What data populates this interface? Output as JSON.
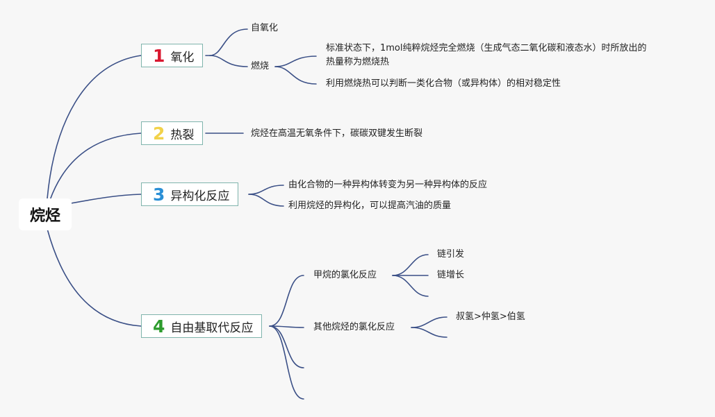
{
  "root": {
    "label": "烷烃"
  },
  "colors": {
    "line": "#3a4f86",
    "box_border": "#7fb4ac",
    "num_1": "#d9172f",
    "num_2": "#f2d24a",
    "num_3": "#2a8fd6",
    "num_4": "#2e9c2e"
  },
  "branches": [
    {
      "num": "1",
      "label": "氧化",
      "children": [
        {
          "label": "自氧化"
        },
        {
          "label": "燃烧",
          "children": [
            {
              "line1": "标准状态下，1mol纯粹烷烃完全燃烧（生成气态二氧化碳和液态水）时所放出的",
              "line2": "热量称为燃烧热"
            },
            {
              "label": "利用燃烧热可以判断一类化合物（或异构体）的相对稳定性"
            }
          ]
        }
      ]
    },
    {
      "num": "2",
      "label": "热裂",
      "children": [
        {
          "label": "烷烃在高温无氧条件下，碳碳双键发生断裂"
        }
      ]
    },
    {
      "num": "3",
      "label": "异构化反应",
      "children": [
        {
          "label": "由化合物的一种异构体转变为另一种异构体的反应"
        },
        {
          "label": "利用烷烃的异构化，可以提高汽油的质量"
        }
      ]
    },
    {
      "num": "4",
      "label": "自由基取代反应",
      "children": [
        {
          "label": "甲烷的氯化反应",
          "children": [
            {
              "label": "链引发"
            },
            {
              "label": "链增长"
            },
            {
              "label": ""
            }
          ]
        },
        {
          "label": "其他烷烃的氯化反应",
          "children": [
            {
              "label": "叔氢>仲氢>伯氢"
            },
            {
              "label": ""
            }
          ]
        },
        {
          "label": ""
        },
        {
          "label": ""
        }
      ]
    }
  ]
}
